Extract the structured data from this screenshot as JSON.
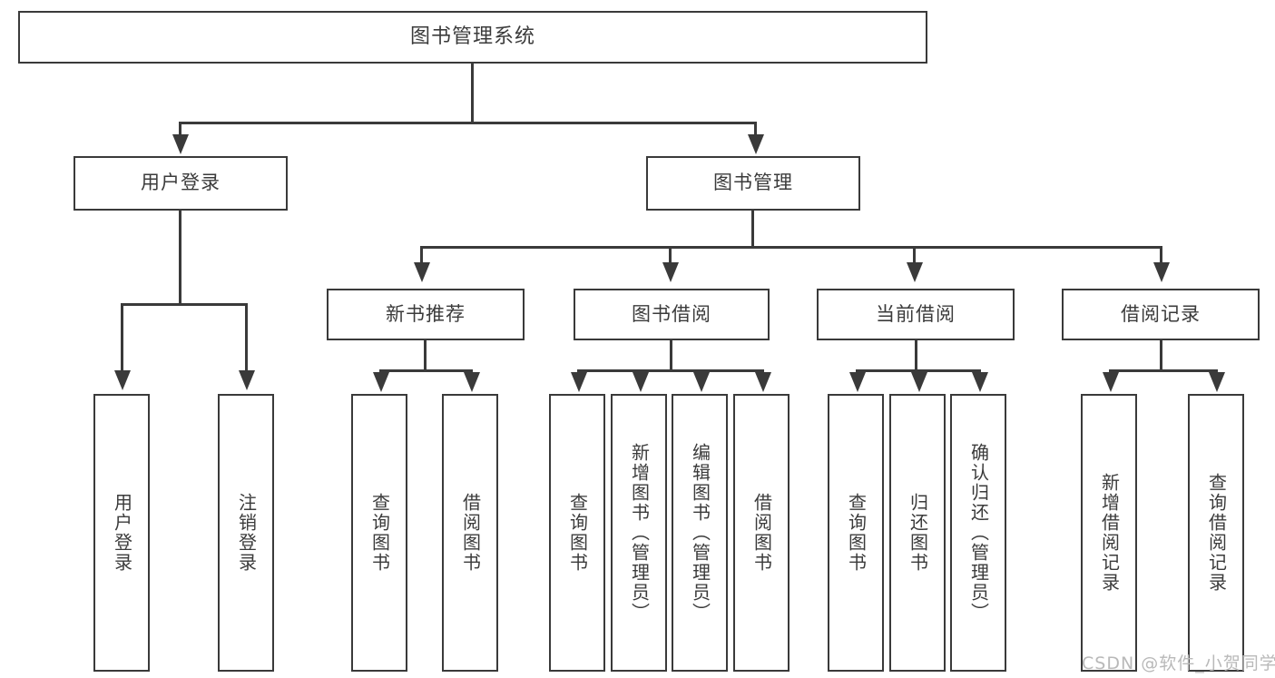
{
  "diagram": {
    "type": "tree-hierarchy",
    "title": "图书管理系统",
    "root": {
      "label": "图书管理系统"
    },
    "level1": [
      {
        "label": "用户登录"
      },
      {
        "label": "图书管理"
      }
    ],
    "level2": [
      {
        "label": "新书推荐"
      },
      {
        "label": "图书借阅"
      },
      {
        "label": "当前借阅"
      },
      {
        "label": "借阅记录"
      }
    ],
    "leaves": {
      "user_login": [
        {
          "label": "用户登录"
        },
        {
          "label": "注销登录"
        }
      ],
      "new_book_recommend": [
        {
          "label": "查询图书"
        },
        {
          "label": "借阅图书"
        }
      ],
      "book_borrow": [
        {
          "label": "查询图书"
        },
        {
          "label": "新增图书（管理员）"
        },
        {
          "label": "编辑图书（管理员）"
        },
        {
          "label": "借阅图书"
        }
      ],
      "current_borrow": [
        {
          "label": "查询图书"
        },
        {
          "label": "归还图书"
        },
        {
          "label": "确认归还（管理员）"
        }
      ],
      "borrow_records": [
        {
          "label": "新增借阅记录"
        },
        {
          "label": "查询借阅记录"
        }
      ]
    }
  },
  "watermark": {
    "text": "CSDN @软件_小贺同学"
  },
  "colors": {
    "stroke": "#3a3a3a",
    "text": "#3b3b3b",
    "background": "#ffffff",
    "watermark": "#b9b9b9"
  }
}
